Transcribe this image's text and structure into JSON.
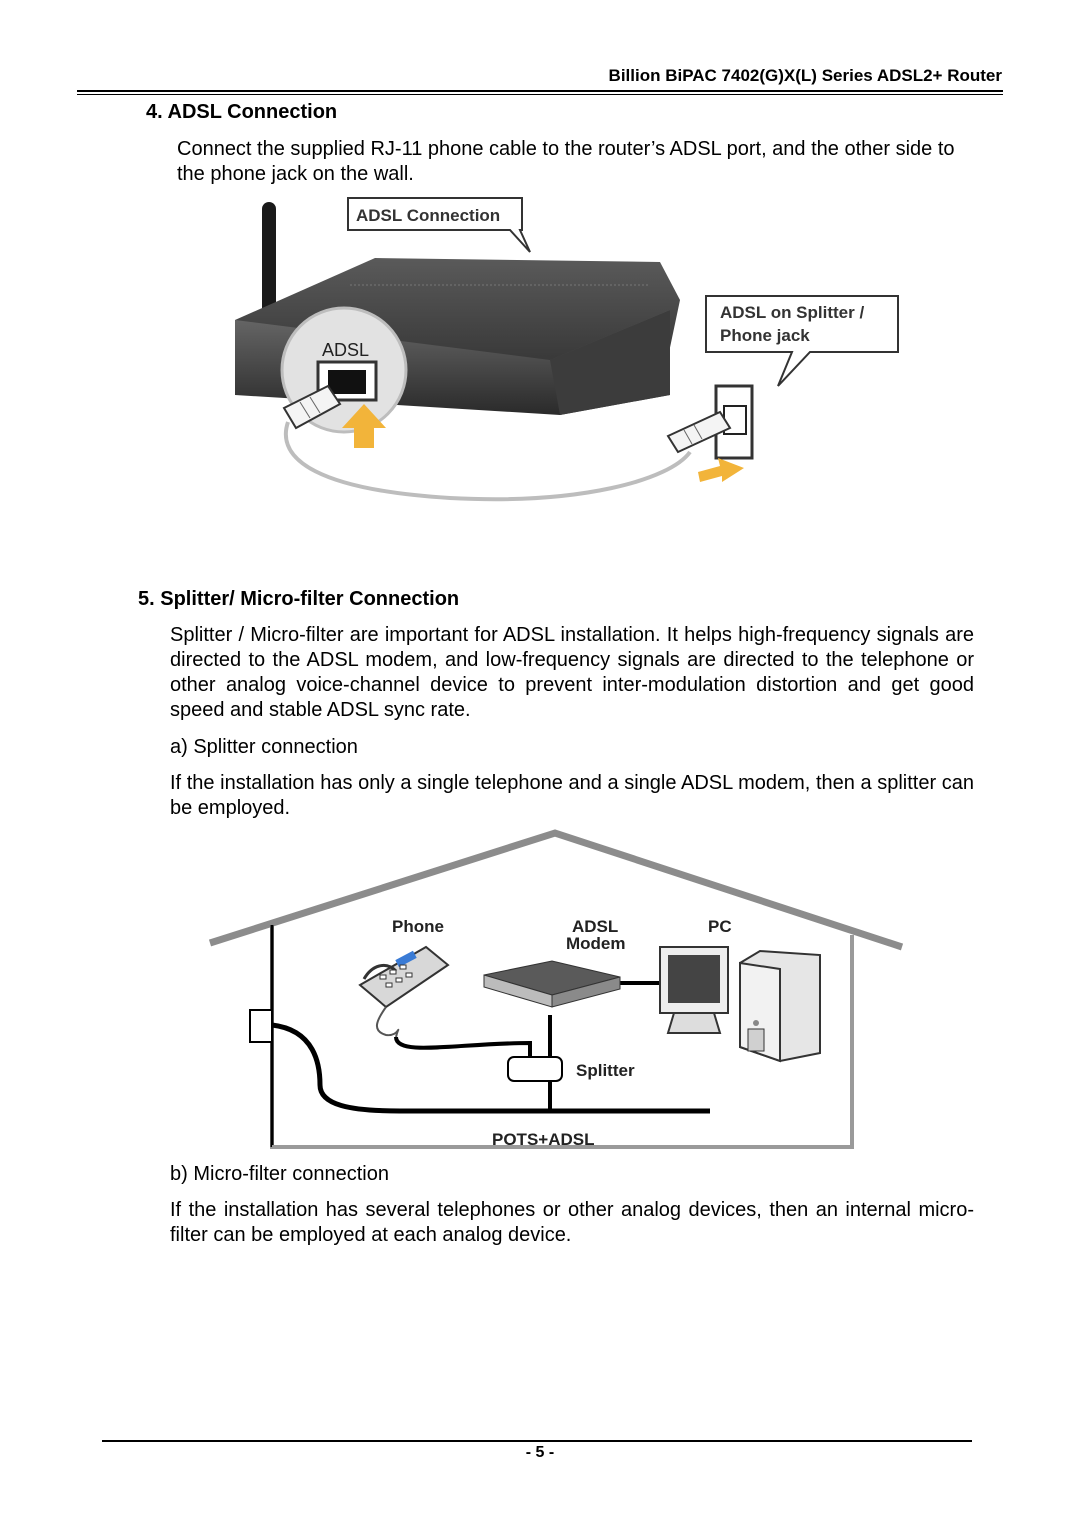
{
  "header": {
    "title": "Billion  BiPAC  7402(G)X(L)  Series  ADSL2+  Router"
  },
  "section4": {
    "heading": "4.  ADSL Connection",
    "paragraph": "Connect the supplied RJ-11 phone cable to the router’s ADSL port, and the other side to the phone jack on the wall.",
    "figure": {
      "callout_top": "ADSL Connection",
      "callout_right_line1": "ADSL on Splitter /",
      "callout_right_line2": "Phone jack",
      "port_label": "ADSL"
    }
  },
  "section5": {
    "heading": "5.  Splitter/ Micro-filter Connection",
    "paragraph": "Splitter / Micro-filter are important for ADSL installation. It helps high-frequency signals are directed to the ADSL modem, and low-frequency signals are directed to the telephone or other analog voice-channel device to prevent inter-modulation distortion and get good speed and stable ADSL sync rate.",
    "sub_a": "a) Splitter connection",
    "para_a": "If the installation has only a single telephone and a single ADSL modem, then a splitter can be employed.",
    "figure": {
      "phone_label": "Phone",
      "adsl_label": "ADSL",
      "modem_label": "Modem",
      "pc_label": "PC",
      "splitter_label": "Splitter",
      "line_label": "POTS+ADSL"
    },
    "sub_b": "b) Micro-filter connection",
    "para_b": "If the installation has several telephones or other analog devices, then an internal micro-filter can be employed at each analog device."
  },
  "footer": {
    "page": "- 5 -"
  }
}
